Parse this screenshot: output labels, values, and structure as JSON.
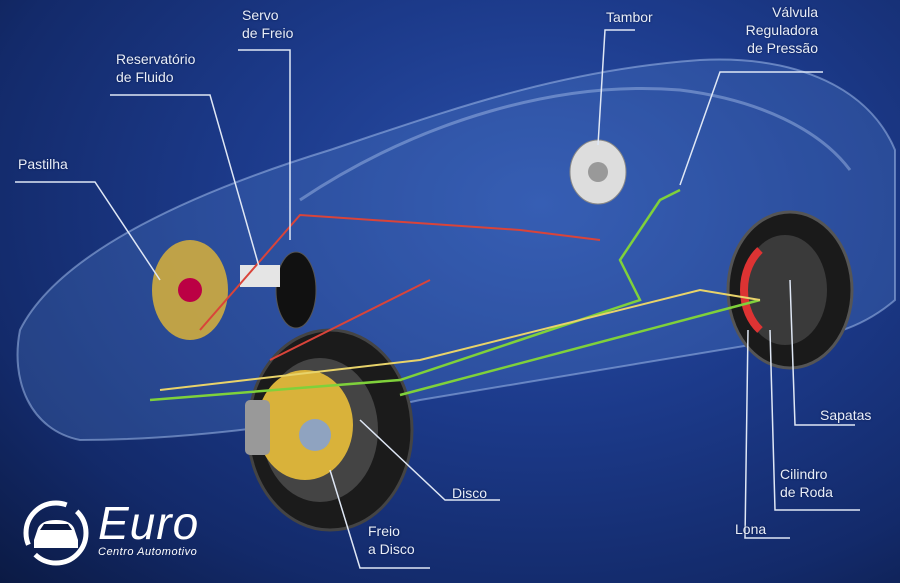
{
  "labels": {
    "servo": "Servo\nde Freio",
    "servo_1": "Servo",
    "servo_2": "de Freio",
    "reservatorio_1": "Reservatório",
    "reservatorio_2": "de Fluido",
    "pastilha": "Pastilha",
    "tambor": "Tambor",
    "valvula_1": "Válvula",
    "valvula_2": "Reguladora",
    "valvula_3": "de Pressão",
    "sapatas": "Sapatas",
    "cilindro_1": "Cilindro",
    "cilindro_2": "de Roda",
    "lona": "Lona",
    "disco": "Disco",
    "freio_disco_1": "Freio",
    "freio_disco_2": "a Disco"
  },
  "logo": {
    "name": "Euro",
    "tagline": "Centro Automotivo"
  },
  "colors": {
    "background": "#1c3a8a",
    "label_text": "#e9eef8",
    "brake_line_green": "#7fd13b",
    "brake_line_red": "#d9443a",
    "disc_gold": "#d9b23a"
  }
}
